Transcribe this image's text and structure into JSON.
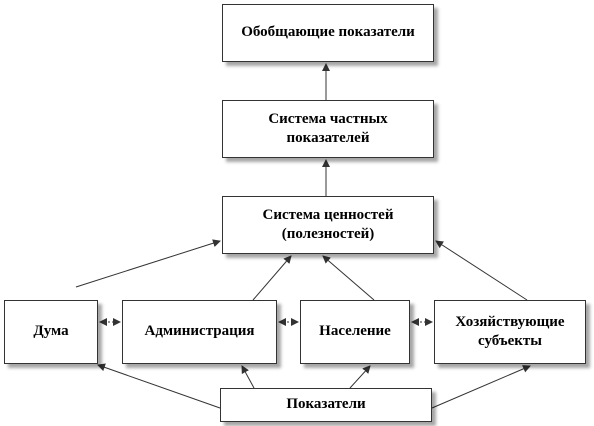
{
  "nodes": {
    "summary_indicators": "Обобщающие показатели",
    "partial_indicators_system": "Система частных показателей",
    "values_system": "Система ценностей (полезностей)",
    "duma": "Дума",
    "administration": "Администрация",
    "population": "Население",
    "business_entities": "Хозяйствующие субъекты",
    "indicators": "Показатели"
  },
  "colors": {
    "line": "#333333",
    "border": "#333333",
    "text": "#000000"
  }
}
